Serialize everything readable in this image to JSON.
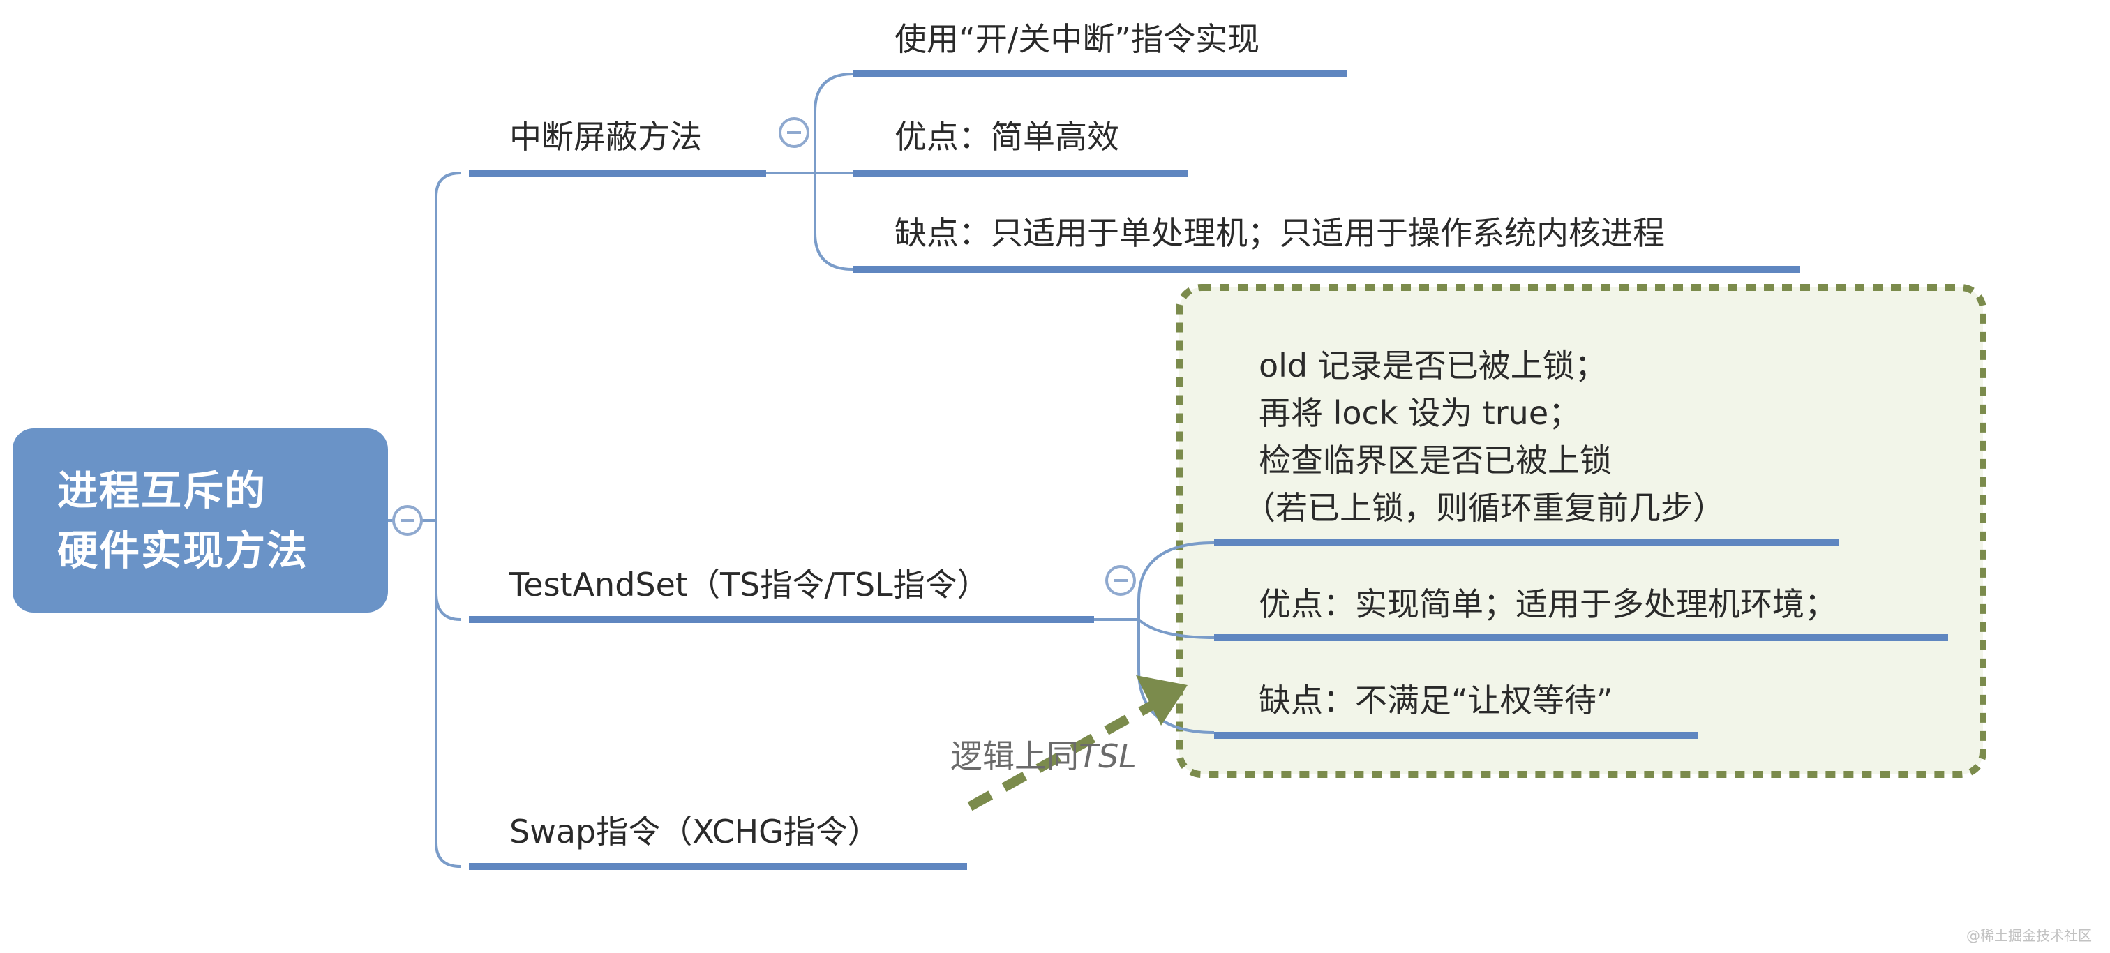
{
  "root": {
    "lines": [
      "进程互斥的",
      "硬件实现方法"
    ]
  },
  "topics": [
    {
      "label": "中断屏蔽方法",
      "children": [
        "使用“开/关中断”指令实现",
        "优点：简单高效",
        "缺点：只适用于单处理机；只适用于操作系统内核进程"
      ]
    },
    {
      "label": "TestAndSet（TS指令/TSL指令）",
      "children": [
        "old 记录是否已被上锁；",
        "再将 lock 设为 true；",
        "检查临界区是否已被上锁",
        "（若已上锁，则循环重复前几步）",
        "优点：实现简单；适用于多处理机环境；",
        "缺点：不满足“让权等待”"
      ]
    },
    {
      "label": "Swap指令（XCHG指令）",
      "children": []
    }
  ],
  "annotation": {
    "prefix": "逻辑上同",
    "emphasis": "TSL"
  },
  "collapse_symbol": "−",
  "watermark": "@稀土掘金技术社区",
  "colors": {
    "root_fill": "#6a93c7",
    "branch_line": "#7a9cc9",
    "underline": "#5f86c0",
    "dashed_box_border": "#7b8b4c",
    "dashed_box_fill": "#f2f5e9",
    "arrow": "#7b8b4c"
  }
}
